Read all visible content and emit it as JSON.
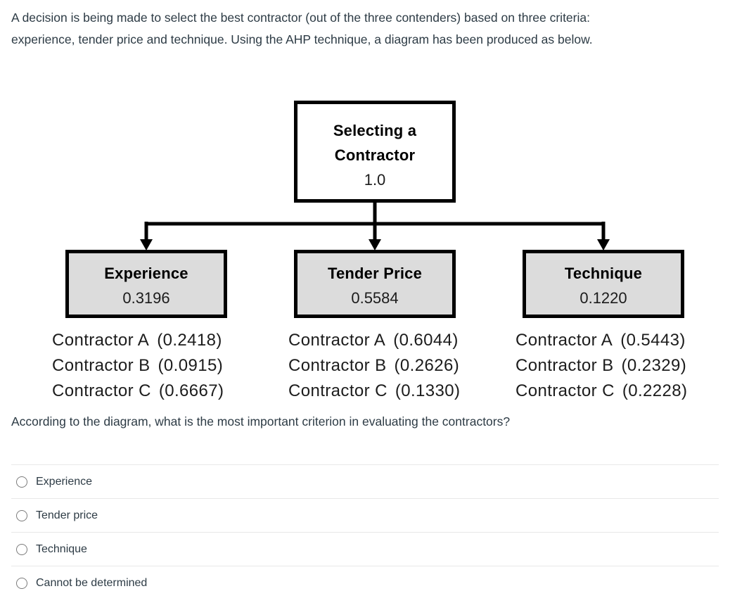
{
  "intro": {
    "line1": "A decision is being made to select the best contractor (out of the three contenders) based on three criteria:",
    "line2": "experience, tender price and technique. Using the AHP technique, a diagram has been produced as below."
  },
  "diagram": {
    "goal": {
      "title_line1": "Selecting a",
      "title_line2": "Contractor",
      "weight": "1.0"
    },
    "criteria": [
      {
        "label": "Experience",
        "weight": "0.3196",
        "alternatives": [
          {
            "label": "Contractor A",
            "weight": "(0.2418)"
          },
          {
            "label": "Contractor B",
            "weight": "(0.0915)"
          },
          {
            "label": "Contractor C",
            "weight": "(0.6667)"
          }
        ]
      },
      {
        "label": "Tender Price",
        "weight": "0.5584",
        "alternatives": [
          {
            "label": "Contractor A",
            "weight": "(0.6044)"
          },
          {
            "label": "Contractor B",
            "weight": "(0.2626)"
          },
          {
            "label": "Contractor C",
            "weight": "(0.1330)"
          }
        ]
      },
      {
        "label": "Technique",
        "weight": "0.1220",
        "alternatives": [
          {
            "label": "Contractor A",
            "weight": "(0.5443)"
          },
          {
            "label": "Contractor B",
            "weight": "(0.2329)"
          },
          {
            "label": "Contractor C",
            "weight": "(0.2228)"
          }
        ]
      }
    ]
  },
  "question": {
    "text": "According to the diagram, what is the most important criterion in evaluating the contractors?"
  },
  "options": [
    {
      "label": "Experience"
    },
    {
      "label": "Tender price"
    },
    {
      "label": "Technique"
    },
    {
      "label": "Cannot be determined"
    }
  ],
  "colors": {
    "criterion_box_fill": "#dcdcdc",
    "goal_box_fill": "#ffffff",
    "box_border": "#000000",
    "body_text": "#2d3b45",
    "divider": "#e8e8e8"
  }
}
